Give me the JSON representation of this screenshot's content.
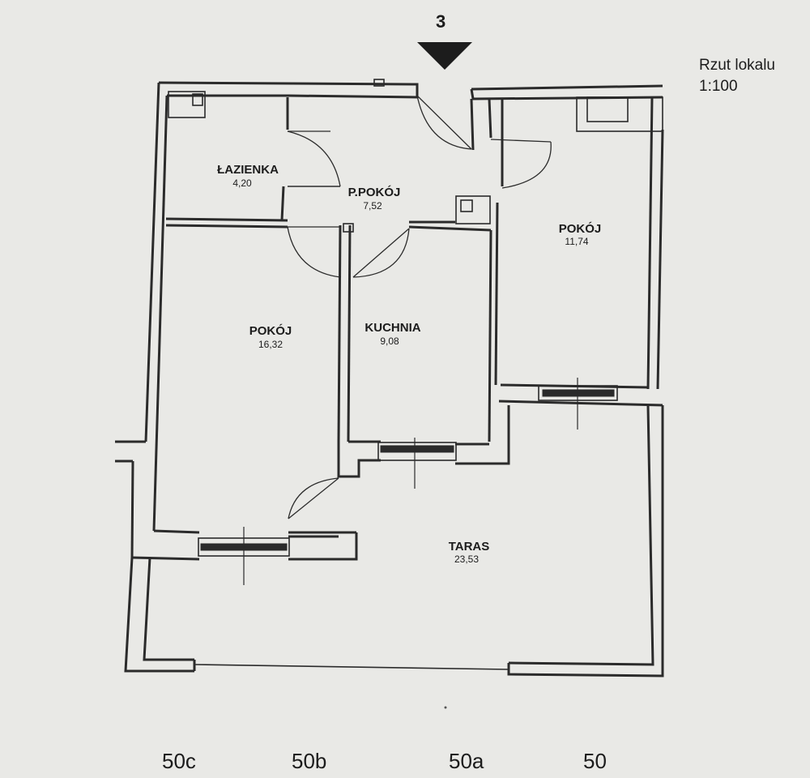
{
  "header": {
    "staircase_number": "3",
    "scale_title": "Rzut lokalu",
    "scale_ratio": "1:100"
  },
  "rooms": [
    {
      "name": "ŁAZIENKA",
      "area": "4,20"
    },
    {
      "name": "P.POKÓJ",
      "area": "7,52"
    },
    {
      "name": "POKÓJ",
      "area": "11,74"
    },
    {
      "name": "POKÓJ",
      "area": "16,32"
    },
    {
      "name": "KUCHNIA",
      "area": "9,08"
    },
    {
      "name": "TARAS",
      "area": "23,53"
    }
  ],
  "axis_labels": [
    "50c",
    "50b",
    "50a",
    "50"
  ],
  "colors": {
    "background": "#e9e9e6",
    "lines": "#2b2b2b",
    "text": "#1c1c1c"
  },
  "icons": {
    "entrance_marker": "triangle-down"
  }
}
